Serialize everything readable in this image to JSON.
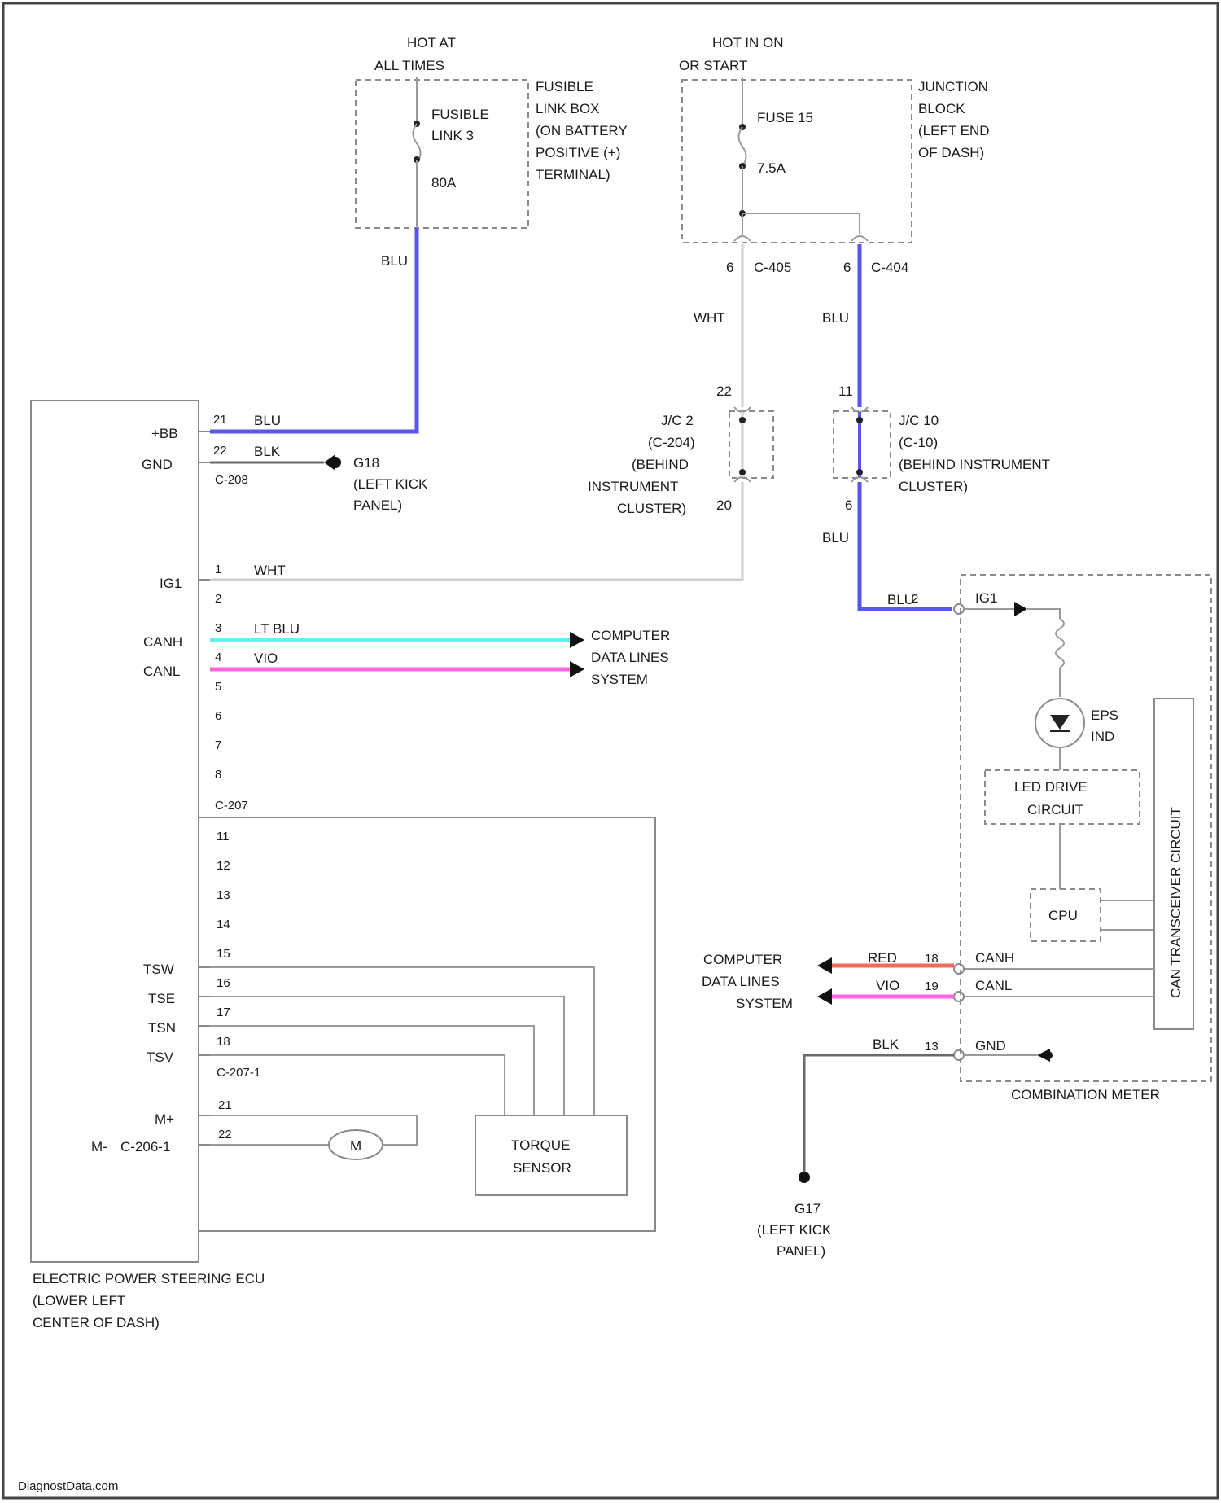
{
  "colors": {
    "blu": "#5a55f0",
    "lt_blu": "#5ff5f2",
    "vio": "#ff66dd",
    "red": "#f26a5a",
    "wht": "#cfcfcf",
    "blk": "#6a6a6a",
    "outline": "#8a8a8a"
  },
  "fusible_link": {
    "hot": [
      "HOT AT",
      "ALL TIMES"
    ],
    "fuse_name": [
      "FUSIBLE",
      "LINK 3"
    ],
    "rating": "80A",
    "location": [
      "FUSIBLE",
      "LINK BOX",
      "(ON BATTERY",
      "POSITIVE (+)",
      "TERMINAL)"
    ],
    "wire": "BLU"
  },
  "junction_block": {
    "hot": [
      "HOT IN ON",
      "OR START"
    ],
    "fuse_name": "FUSE 15",
    "rating": "7.5A",
    "location": [
      "JUNCTION",
      "BLOCK",
      "(LEFT END",
      "OF DASH)"
    ],
    "conn_left": {
      "pin": "6",
      "name": "C-405",
      "wire": "WHT"
    },
    "conn_right": {
      "pin": "6",
      "name": "C-404",
      "wire": "BLU"
    }
  },
  "jc2": {
    "top_pin": "22",
    "bottom_pin": "20",
    "label": [
      "J/C 2",
      "(C-204)",
      "(BEHIND",
      "INSTRUMENT",
      "CLUSTER)"
    ]
  },
  "jc10": {
    "top_pin": "11",
    "bottom_pin": "6",
    "label": [
      "J/C 10",
      "(C-10)",
      "(BEHIND INSTRUMENT",
      "CLUSTER)"
    ],
    "wire": "BLU"
  },
  "ecu": {
    "name": [
      "ELECTRIC POWER STEERING ECU",
      "(LOWER LEFT",
      "CENTER OF DASH)"
    ],
    "pwr": {
      "label": "+BB",
      "pin": "21",
      "wire": "BLU"
    },
    "gnd": {
      "label": "GND",
      "pin": "22",
      "wire": "BLK",
      "conn": "C-208"
    },
    "ground": {
      "name": "G18",
      "loc": [
        "(LEFT KICK",
        "PANEL)"
      ]
    },
    "ig1": {
      "label": "IG1",
      "pin": "1",
      "wire": "WHT"
    },
    "pins_c207": [
      "2",
      "3",
      "4",
      "5",
      "6",
      "7",
      "8"
    ],
    "canh": {
      "label": "CANH",
      "pin": "3",
      "wire": "LT BLU"
    },
    "canl": {
      "label": "CANL",
      "pin": "4",
      "wire": "VIO"
    },
    "data_lines": [
      "COMPUTER",
      "DATA LINES",
      "SYSTEM"
    ],
    "conn_c207": "C-207",
    "pins_c2071": [
      "11",
      "12",
      "13",
      "14",
      "15",
      "16",
      "17",
      "18"
    ],
    "torque_labels": [
      "TSW",
      "TSE",
      "TSN",
      "TSV"
    ],
    "conn_c2071": "C-207-1",
    "motor_pins": [
      "21",
      "22"
    ],
    "motor_labels": [
      "M+",
      "M-"
    ],
    "conn_c2061": "C-206-1",
    "motor": "M",
    "torque_sensor": [
      "TORQUE",
      "SENSOR"
    ]
  },
  "combo_meter": {
    "name": "COMBINATION METER",
    "ig1": {
      "label": "IG1",
      "pin": "2",
      "wire": "BLU"
    },
    "eps_ind": [
      "EPS",
      "IND"
    ],
    "led_drive": [
      "LED DRIVE",
      "CIRCUIT"
    ],
    "cpu": "CPU",
    "transceiver": "CAN TRANSCEIVER CIRCUIT",
    "canh": {
      "label": "CANH",
      "pin": "18",
      "wire": "RED"
    },
    "canl": {
      "label": "CANL",
      "pin": "19",
      "wire": "VIO"
    },
    "gnd": {
      "label": "GND",
      "pin": "13",
      "wire": "BLK"
    },
    "data_lines": [
      "COMPUTER",
      "DATA LINES",
      "SYSTEM"
    ],
    "ground": {
      "name": "G17",
      "loc": [
        "(LEFT KICK",
        "PANEL)"
      ]
    }
  },
  "footer": "DiagnostData.com"
}
